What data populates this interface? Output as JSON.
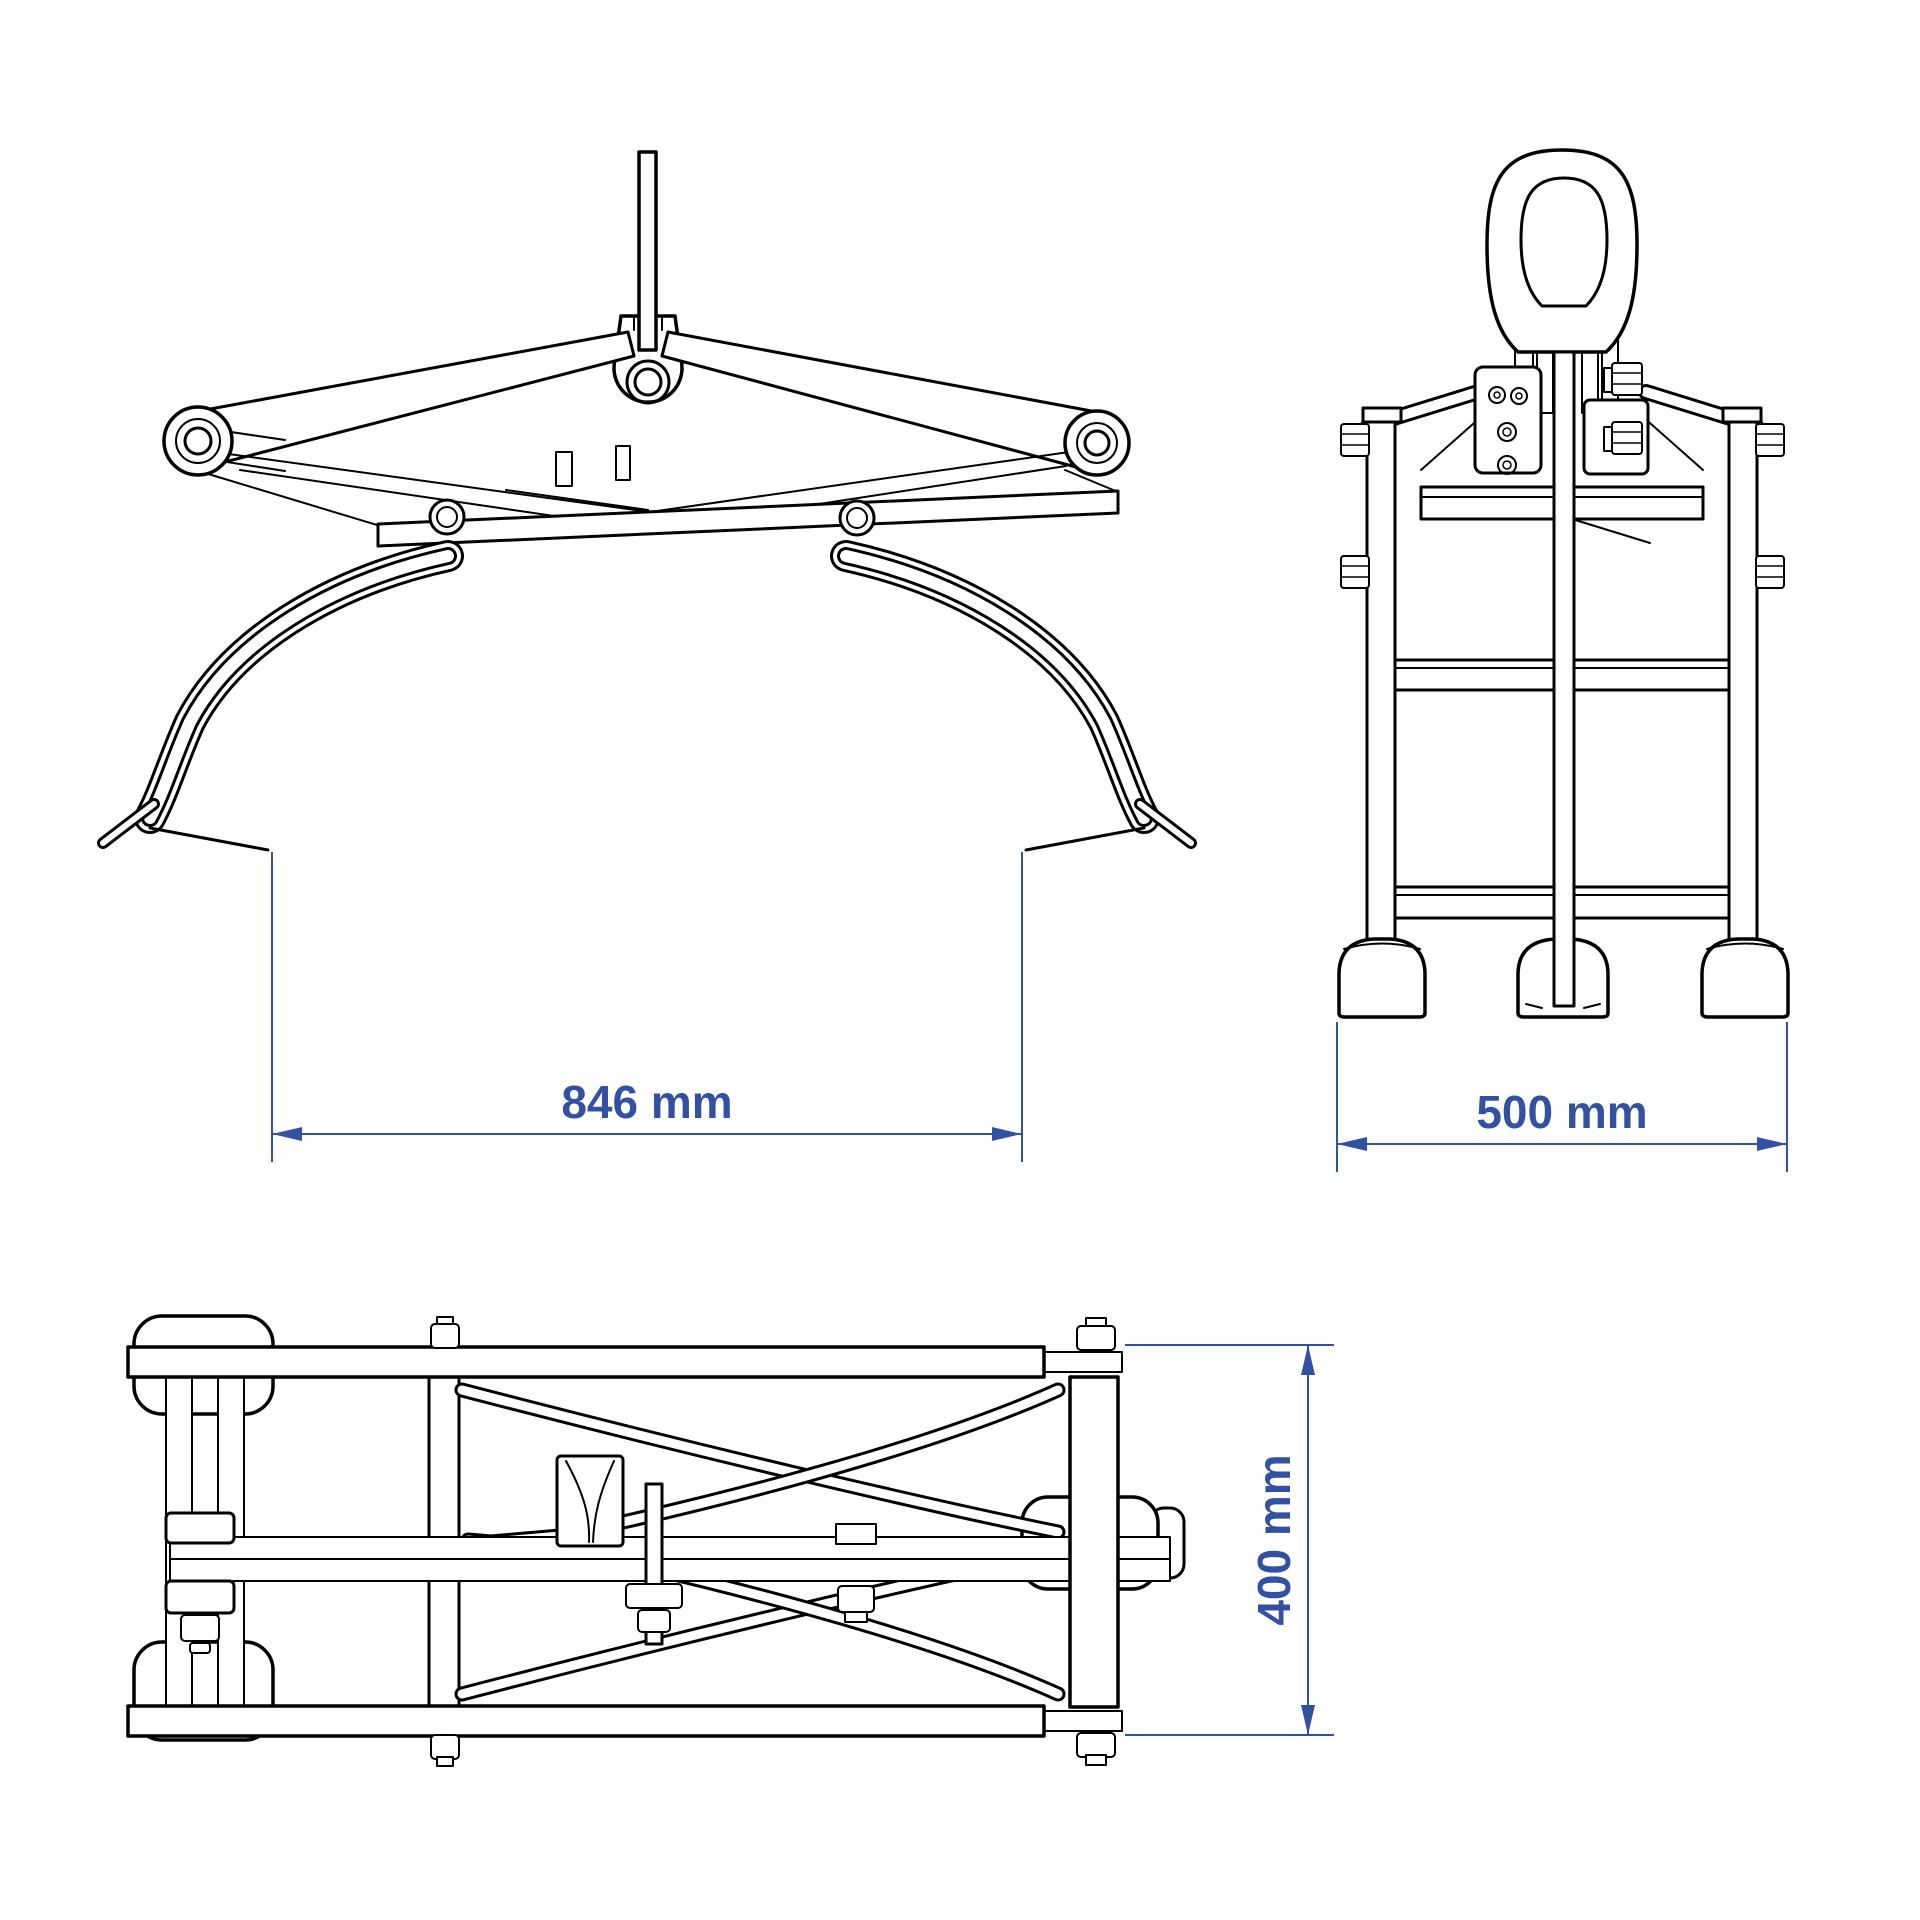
{
  "drawing": {
    "type": "technical-orthographic-drawing",
    "subject": "drum / pallet lifting tong with three projection views",
    "background_color": "#ffffff",
    "line_color": "#000000",
    "dimension_color": "#3351a2",
    "views": {
      "front": {
        "id": "front-view",
        "position": "top-left"
      },
      "side": {
        "id": "side-view",
        "position": "top-right"
      },
      "plan": {
        "id": "bottom-view",
        "position": "bottom-left"
      }
    },
    "dimensions": {
      "front": {
        "label": "846 mm",
        "value": 846,
        "unit": "mm",
        "orientation": "horizontal",
        "measures": "grip opening width between tong tips"
      },
      "side": {
        "label": "500 mm",
        "value": 500,
        "unit": "mm",
        "orientation": "horizontal",
        "measures": "overall depth across feet"
      },
      "plan": {
        "label": "400 mm",
        "value": 400,
        "unit": "mm",
        "orientation": "vertical",
        "measures": "overall frame height in plan"
      }
    }
  }
}
